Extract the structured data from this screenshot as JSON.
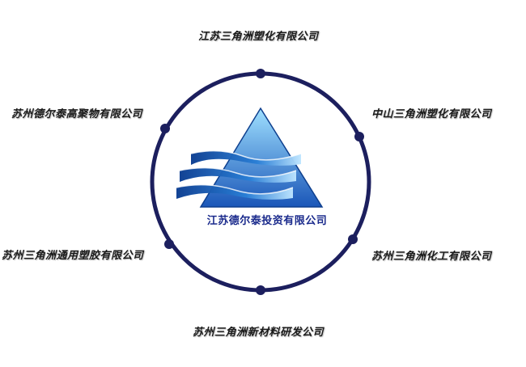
{
  "center": {
    "name": "江苏德尔泰投资有限公司"
  },
  "subsidiaries": [
    {
      "name": "江苏三角洲塑化有限公司"
    },
    {
      "name": "中山三角洲塑化有限公司"
    },
    {
      "name": "苏州三角洲化工有限公司"
    },
    {
      "name": "苏州三角洲新材料研发公司"
    },
    {
      "name": "苏州三角洲通用塑胶有限公司"
    },
    {
      "name": "苏州德尔泰高聚物有限公司"
    }
  ],
  "colors": {
    "ring": "#1c1f5e",
    "logo_light": "#8fd3ff",
    "logo_dark": "#1a56b8",
    "center_text": "#1a2a8c"
  }
}
